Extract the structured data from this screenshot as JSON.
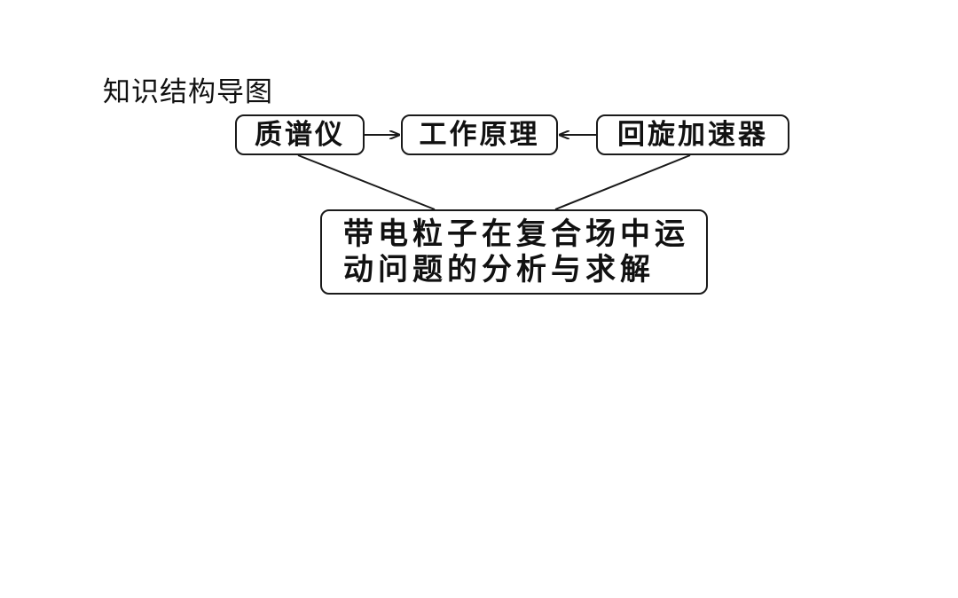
{
  "heading": "知识结构导图",
  "nodes": {
    "mass_spectrometer": "质谱仪",
    "working_principle": "工作原理",
    "cyclotron": "回旋加速器",
    "summary_line1": "带电粒子在复合场中运",
    "summary_line2": "动问题的分析与求解"
  },
  "edges": [
    {
      "from": "mass_spectrometer",
      "to": "working_principle",
      "style": "arrow"
    },
    {
      "from": "cyclotron",
      "to": "working_principle",
      "style": "arrow"
    },
    {
      "from": "mass_spectrometer",
      "to": "summary",
      "style": "line"
    },
    {
      "from": "cyclotron",
      "to": "summary",
      "style": "line"
    }
  ]
}
